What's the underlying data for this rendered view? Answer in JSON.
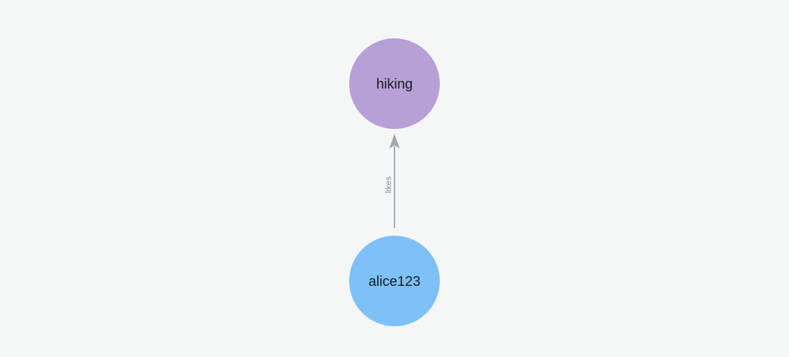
{
  "canvas": {
    "background_color": "#f5f6f6"
  },
  "graph": {
    "nodes": [
      {
        "label": "hiking",
        "color": "#b6a0d6",
        "label_color": "#1c1c1c"
      },
      {
        "label": "alice123",
        "color": "#7dc1f8",
        "label_color": "#1c1c1c"
      }
    ],
    "edges": [
      {
        "from": "alice123",
        "to": "hiking",
        "label": "likes",
        "color": "#a4a7b2",
        "label_color": "#8e8e95"
      }
    ]
  }
}
